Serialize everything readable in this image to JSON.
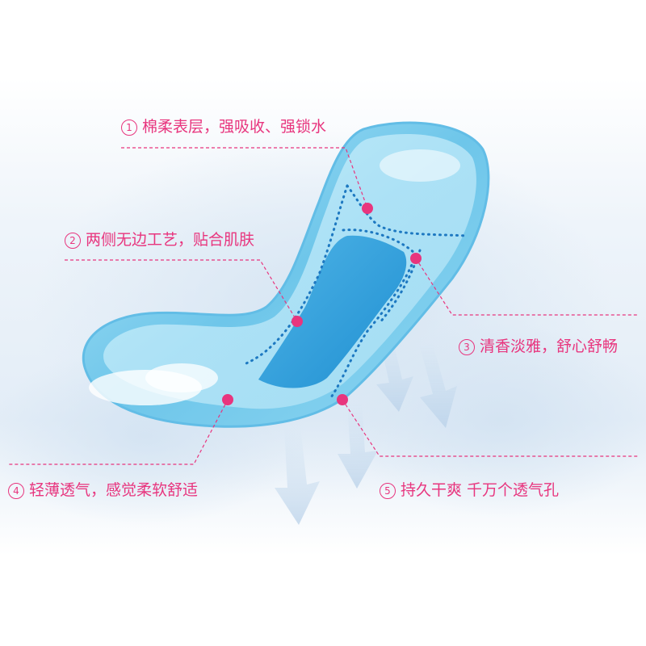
{
  "colors": {
    "accent": "#e8357e",
    "label_text": "#e8357e",
    "pad_outer": "#7fd0ee",
    "pad_inner": "#2e9fd8",
    "stitch": "#1d78c1",
    "background_top": "#ffffff",
    "background_mist": "#dde9f4"
  },
  "features": [
    {
      "number": "1",
      "text": "棉柔表层，强吸收、强锁水"
    },
    {
      "number": "2",
      "text": "两侧无边工艺，贴合肌肤"
    },
    {
      "number": "3",
      "text": "清香淡雅，舒心舒畅"
    },
    {
      "number": "4",
      "text": "轻薄透气，感觉柔软舒适"
    },
    {
      "number": "5",
      "text": "持久干爽 千万个透气孔"
    }
  ]
}
